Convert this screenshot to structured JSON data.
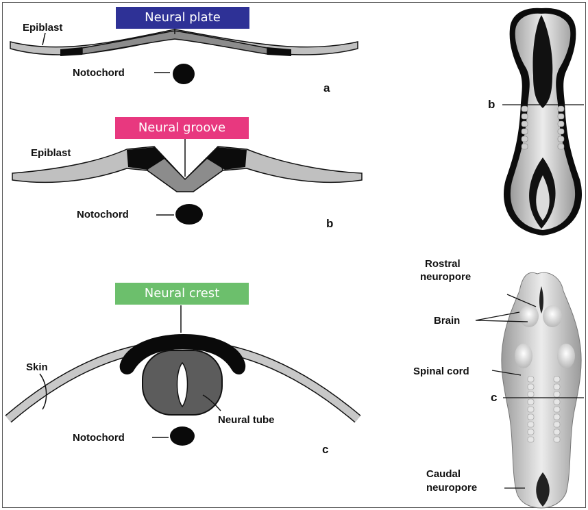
{
  "callouts": {
    "neural_plate": "Neural plate",
    "neural_groove": "Neural groove",
    "neural_crest": "Neural crest"
  },
  "colors": {
    "neural_plate_box": "#2e3196",
    "neural_groove_box": "#e8387f",
    "neural_crest_box": "#6cbf6c"
  },
  "panel_a": {
    "epiblast": "Epiblast",
    "notochord": "Notochord",
    "letter": "a"
  },
  "panel_b": {
    "epiblast": "Epiblast",
    "notochord": "Notochord",
    "letter": "b"
  },
  "panel_c": {
    "skin": "Skin",
    "neural_tube": "Neural tube",
    "notochord": "Notochord",
    "letter": "c"
  },
  "embryo_top": {
    "section_label": "b"
  },
  "embryo_bottom": {
    "rostral_line1": "Rostral",
    "rostral_line2": "neuropore",
    "brain": "Brain",
    "spinal_cord": "Spinal cord",
    "section_label": "c",
    "caudal_line1": "Caudal",
    "caudal_line2": "neuropore"
  }
}
